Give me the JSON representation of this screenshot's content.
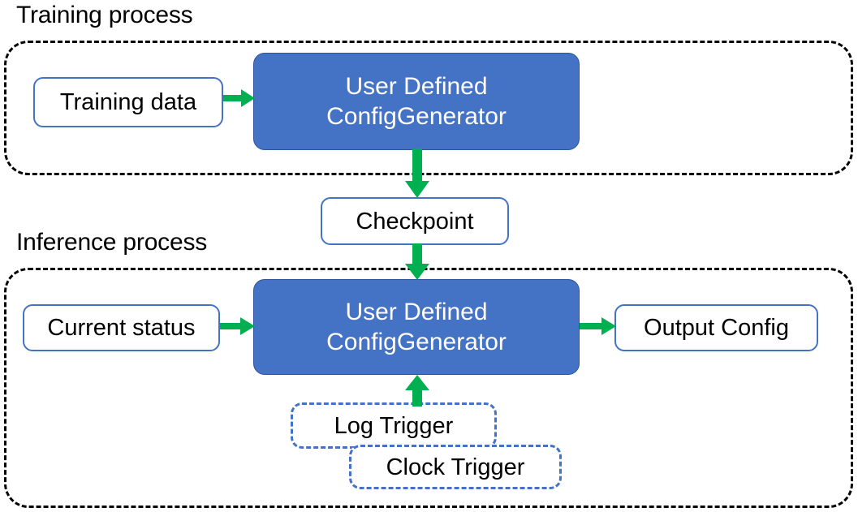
{
  "diagram": {
    "title_training": "Training process",
    "title_inference": "Inference process",
    "colors": {
      "process_fill": "#4472C4",
      "process_border": "#2F5597",
      "node_border": "#4472C4",
      "group_border": "#000000",
      "arrow": "#00B050",
      "text_dark": "#000000",
      "text_light": "#FFFFFF",
      "background": "#FFFFFF"
    },
    "training": {
      "group_label": "Training process",
      "input_node": "Training data",
      "process_node": {
        "line1": "User Defined",
        "line2": "ConfigGenerator"
      }
    },
    "checkpoint": {
      "label": "Checkpoint"
    },
    "inference": {
      "group_label": "Inference process",
      "input_node": "Current status",
      "process_node": {
        "line1": "User Defined",
        "line2": "ConfigGenerator"
      },
      "output_node": "Output Config",
      "triggers": [
        {
          "label": "Log Trigger"
        },
        {
          "label": "Clock Trigger"
        }
      ]
    },
    "arrows": [
      {
        "name": "training-data-to-process",
        "from": "Training data",
        "to": "User Defined ConfigGenerator",
        "direction": "right"
      },
      {
        "name": "process-to-checkpoint",
        "from": "User Defined ConfigGenerator",
        "to": "Checkpoint",
        "direction": "down"
      },
      {
        "name": "checkpoint-to-process",
        "from": "Checkpoint",
        "to": "User Defined ConfigGenerator",
        "direction": "down"
      },
      {
        "name": "current-status-to-process",
        "from": "Current status",
        "to": "User Defined ConfigGenerator",
        "direction": "right"
      },
      {
        "name": "process-to-output-config",
        "from": "User Defined ConfigGenerator",
        "to": "Output Config",
        "direction": "right"
      },
      {
        "name": "trigger-to-process",
        "from": "Log Trigger / Clock Trigger",
        "to": "User Defined ConfigGenerator",
        "direction": "up"
      }
    ]
  }
}
